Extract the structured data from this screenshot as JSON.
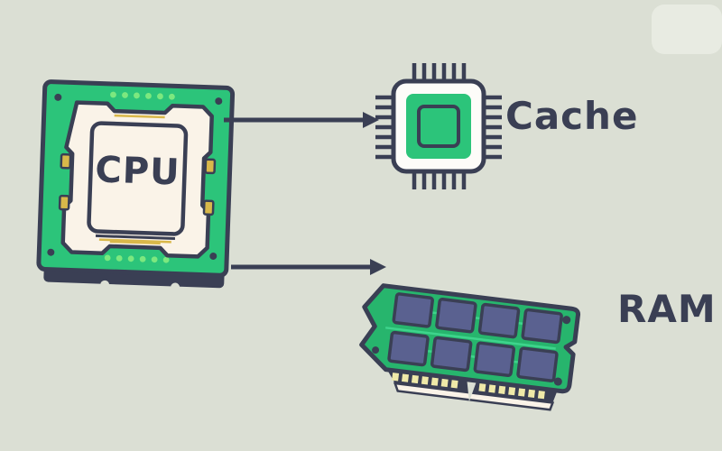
{
  "labels": {
    "cpu": "CPU",
    "cache": "Cache",
    "ram": "RAM"
  },
  "connections": [
    {
      "from": "CPU",
      "to": "Cache"
    },
    {
      "from": "CPU",
      "to": "RAM"
    }
  ],
  "colors": {
    "background": "#dbdfd4",
    "outline": "#3a3f54",
    "board_green": "#2cc47a",
    "ram_green": "#27b56d",
    "cream": "#faf3e8",
    "gold": "#d9b84a",
    "pin_yellow": "#efe9a8",
    "chip_slate": "#5a6190",
    "dot_green": "#7ce87f",
    "white": "#fdfcf9",
    "trace_green": "#3ed48c"
  }
}
